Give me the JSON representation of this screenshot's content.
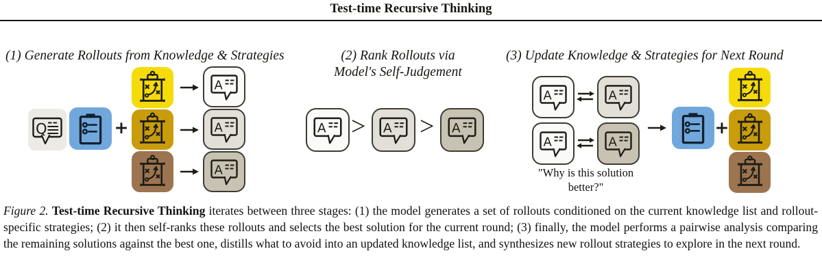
{
  "title": "Test-time Recursive Thinking",
  "panels": {
    "p1": {
      "heading": "(1) Generate Rollouts from Knowledge & Strategies",
      "plus": "+"
    },
    "p2": {
      "heading_line1": "(2) Rank Rollouts via",
      "heading_line2": "Model's Self-Judgement",
      "gt": ">"
    },
    "p3": {
      "heading": "(3) Update Knowledge & Strategies for Next Round",
      "quote_line1": "\"Why is this solution",
      "quote_line2": "better?\"",
      "plus": "+"
    }
  },
  "caption": {
    "figure_label": "Figure 2.",
    "bold_title": "Test-time Recursive Thinking",
    "body": " iterates between three stages: (1) the model generates a set of rollouts conditioned on the current knowledge list and rollout-specific strategies; (2) it then self-ranks these rollouts and selects the best solution for the current round; (3) finally, the model performs a pairwise analysis comparing the remaining solutions against the best one, distills what to avoid into an updated knowledge list, and synthesizes new rollout strategies to explore in the next round."
  },
  "colors": {
    "yellow": "#F6DB0B",
    "gold": "#C99C0B",
    "brown": "#9C7450",
    "blue": "#70A8DD",
    "question_bg": "#ECEAE4",
    "rollout_white": "#FAFAF8",
    "rollout_light": "#E2DFD6",
    "rollout_dark": "#C8C2B2",
    "ink": "#1D1D16"
  },
  "icons": {
    "question": "q-speech-bubble",
    "knowledge": "clipboard-list",
    "strategy": "tactics-board",
    "answer": "a-speech-bubble",
    "swap": "swap-arrows",
    "arrow": "right-arrow",
    "rank": "greater-than",
    "plus": "plus"
  }
}
